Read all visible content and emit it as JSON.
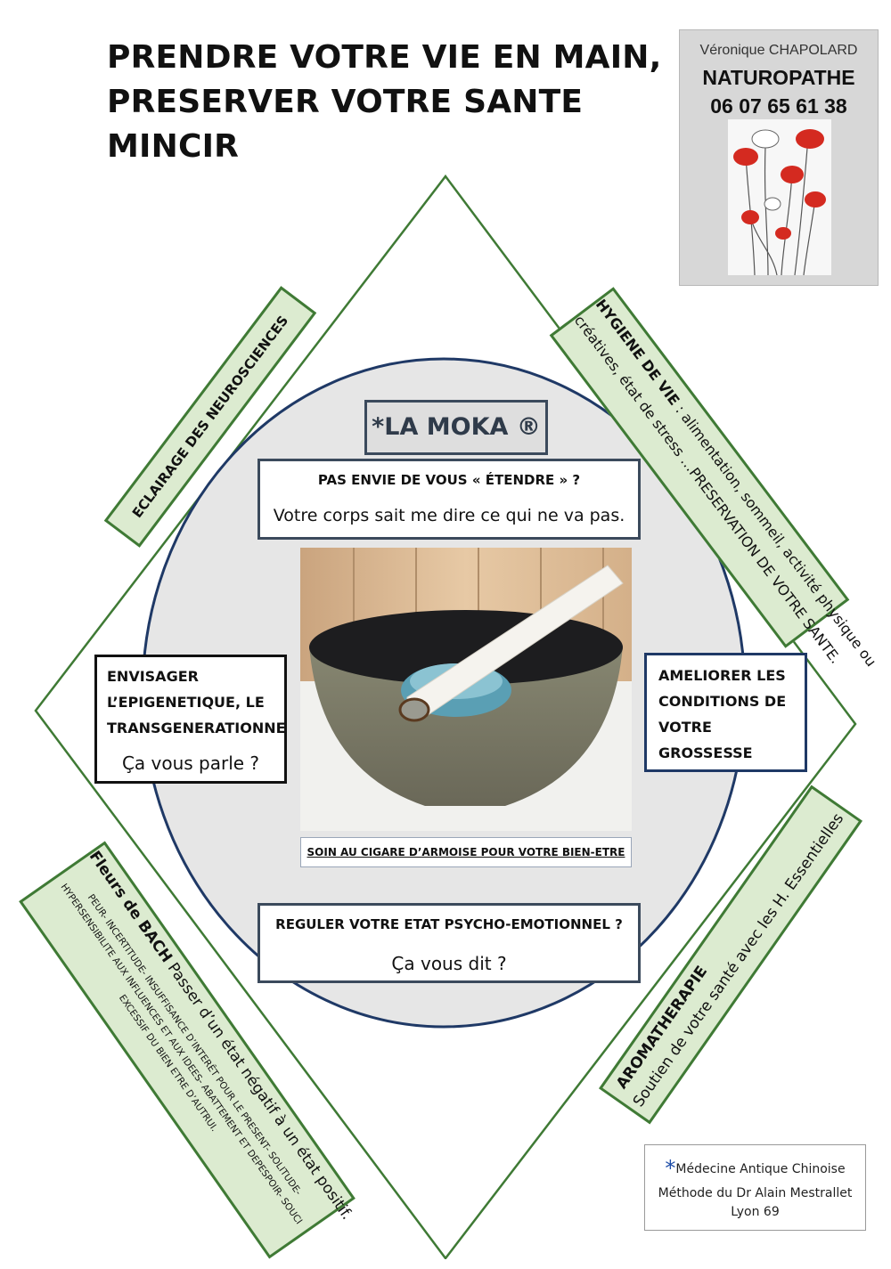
{
  "header": {
    "title_lines": [
      "PRENDRE VOTRE VIE EN MAIN,",
      "PRESERVER VOTRE SANTE",
      "MINCIR"
    ]
  },
  "contact": {
    "name": "Véronique CHAPOLARD",
    "role": "NATUROPATHE",
    "phone": "06 07 65 61 38",
    "illustration": "poppy-flowers-illustration"
  },
  "center": {
    "brand": "*LA MOKA ®",
    "question1_title": "PAS ENVIE DE VOUS « ÉTENDRE » ?",
    "question1_text": "Votre corps sait me dire ce qui ne va pas.",
    "photo": "bowl-with-mugwort-cigar-photo",
    "photo_caption": "SOIN AU CIGARE D’ARMOISE POUR VOTRE BIEN-ETRE",
    "left_title_lines": [
      "ENVISAGER",
      "L’EPIGENETIQUE, LE",
      "TRANSGENERATIONNE"
    ],
    "left_text": "Ça vous parle ?",
    "right_title_lines": [
      "AMELIORER LES",
      "CONDITIONS DE",
      "VOTRE",
      "GROSSESSE"
    ],
    "bottom_title": "REGULER VOTRE ETAT PSYCHO-EMOTIONNEL ?",
    "bottom_text": "Ça vous dit ?"
  },
  "bands": {
    "neuro": "ECLAIRAGE DES NEUROSCIENCES",
    "hygiene_bold": "HYGIENE DE VIE",
    "hygiene_rest_line1": " : alimentation, sommeil, activité physique ou",
    "hygiene_line2": "créatives, état de stress …PRESERVATION DE VOTRE SANTE.",
    "bach_bold": "Fleurs de BACH",
    "bach_rest": " Passer d’un état négatif à un état positif.",
    "bach_small1": "PEUR- INCERTITUDE- INSUFFISANCE D’INTERÊT POUR LE PRESENT- SOLITUDE-",
    "bach_small2": "HYPERSENSIBILITE AUX INFLUENCES ET AUX IDEES- ABATTEMENT ET DEPESPOIR- SOUCI",
    "bach_small3": "EXCESSIF DU BIEN ETRE D’AUTRUI.",
    "aroma_title": "AROMATHERAPIE",
    "aroma_text": "Soutien de votre santé avec les H. Essentielles"
  },
  "footnote": {
    "star": "*",
    "line1": "Médecine Antique Chinoise",
    "line2": "Méthode du Dr Alain Mestrallet",
    "line3": "Lyon 69"
  },
  "colors": {
    "green_border": "#3f7a35",
    "green_fill": "#dcebd0",
    "navy": "#1f3966",
    "ellipse_fill": "#e6e6e6"
  }
}
